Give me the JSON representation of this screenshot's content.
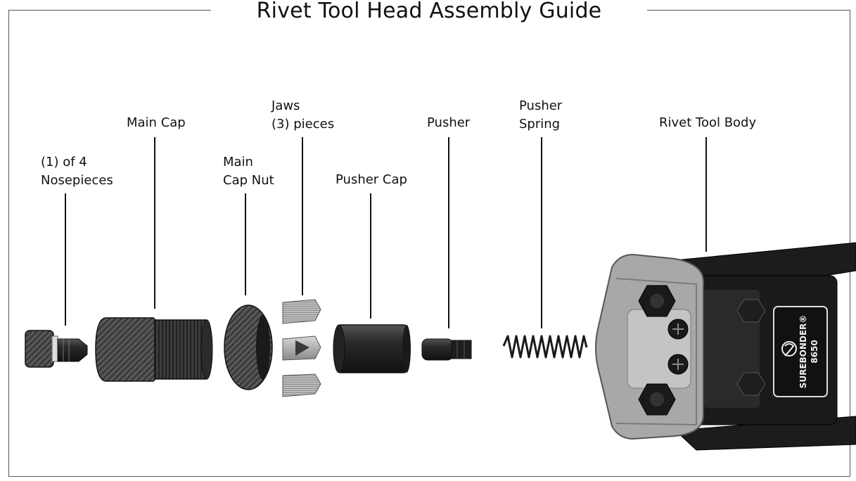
{
  "title": "Rivet Tool Head Assembly Guide",
  "parts": [
    {
      "id": "nosepiece",
      "line1": "(1) of 4",
      "line2": "Nosepieces"
    },
    {
      "id": "main-cap",
      "line1": "Main Cap",
      "line2": ""
    },
    {
      "id": "main-cap-nut",
      "line1": "Main",
      "line2": "Cap Nut"
    },
    {
      "id": "jaws",
      "line1": "Jaws",
      "line2": "(3) pieces"
    },
    {
      "id": "pusher-cap",
      "line1": "Pusher Cap",
      "line2": ""
    },
    {
      "id": "pusher",
      "line1": "Pusher",
      "line2": ""
    },
    {
      "id": "pusher-spring",
      "line1": "Pusher",
      "line2": "Spring"
    },
    {
      "id": "rivet-tool-body",
      "line1": "Rivet Tool Body",
      "line2": ""
    }
  ],
  "logo": {
    "brand": "SUREBONDER®",
    "model": "8650"
  }
}
